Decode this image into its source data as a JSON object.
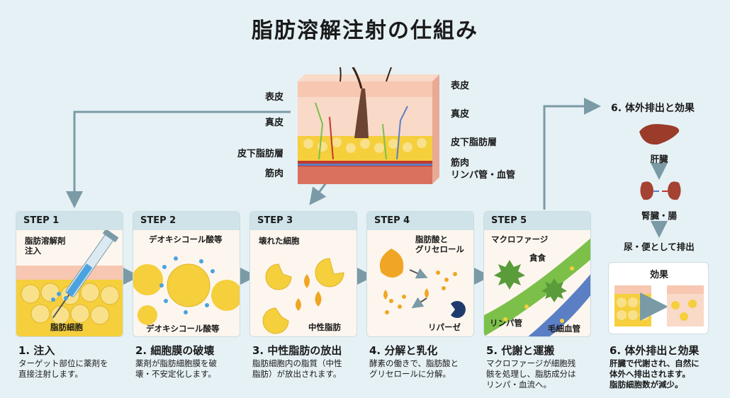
{
  "title": "脂肪溶解注射の仕組み",
  "skin_labels": {
    "left": [
      "表皮",
      "真皮",
      "皮下脂肪層",
      "筋肉"
    ],
    "right": [
      "表皮",
      "真皮",
      "皮下脂肪層",
      "筋肉",
      "リンパ管・血管"
    ]
  },
  "steps": [
    {
      "head": "STEP 1",
      "labels": [
        "脂肪溶解剤\n注入",
        "脂肪細胞"
      ],
      "title": "1. 注入",
      "desc": "ターゲット部位に薬剤を\n直接注射します。"
    },
    {
      "head": "STEP 2",
      "labels": [
        "デオキシコール酸等",
        "デオキシコール酸等"
      ],
      "title": "2. 細胞膜の破壊",
      "desc": "薬剤が脂肪細胞膜を破\n壊・不安定化します。"
    },
    {
      "head": "STEP 3",
      "labels": [
        "壊れた細胞",
        "中性脂肪"
      ],
      "title": "3. 中性脂肪の放出",
      "desc": "脂肪細胞内の脂質（中性\n脂肪）が放出されます。"
    },
    {
      "head": "STEP 4",
      "labels": [
        "脂肪酸と\nグリセロール",
        "リパーゼ"
      ],
      "title": "4. 分解と乳化",
      "desc": "酵素の働きで、脂肪酸と\nグリセロールに分解。"
    },
    {
      "head": "STEP 5",
      "labels": [
        "マクロファージ",
        "貪食",
        "リンパ管",
        "毛細血管"
      ],
      "title": "5. 代謝と運搬",
      "desc": "マクロファージが細胞残\n骸を処理し、脂肪成分は\nリンパ・血流へ。"
    }
  ],
  "outcome": {
    "title": "6. 体外排出と効果",
    "organs": [
      "肝臓",
      "腎臓・腸",
      "尿・便として排出"
    ],
    "effect_title": "効果",
    "final_title": "6. 体外排出と効果",
    "final_desc": "肝臓で代謝され、自然に\n体外へ排出されます。\n脂肪細胞数が減少。"
  },
  "colors": {
    "background": "#e6f1f5",
    "step_header": "#cfe3e9",
    "fat": "#f5cf3c",
    "arrow": "#7a9aa6",
    "lymph": "#7cc04a",
    "vessel": "#5b7fc4"
  }
}
